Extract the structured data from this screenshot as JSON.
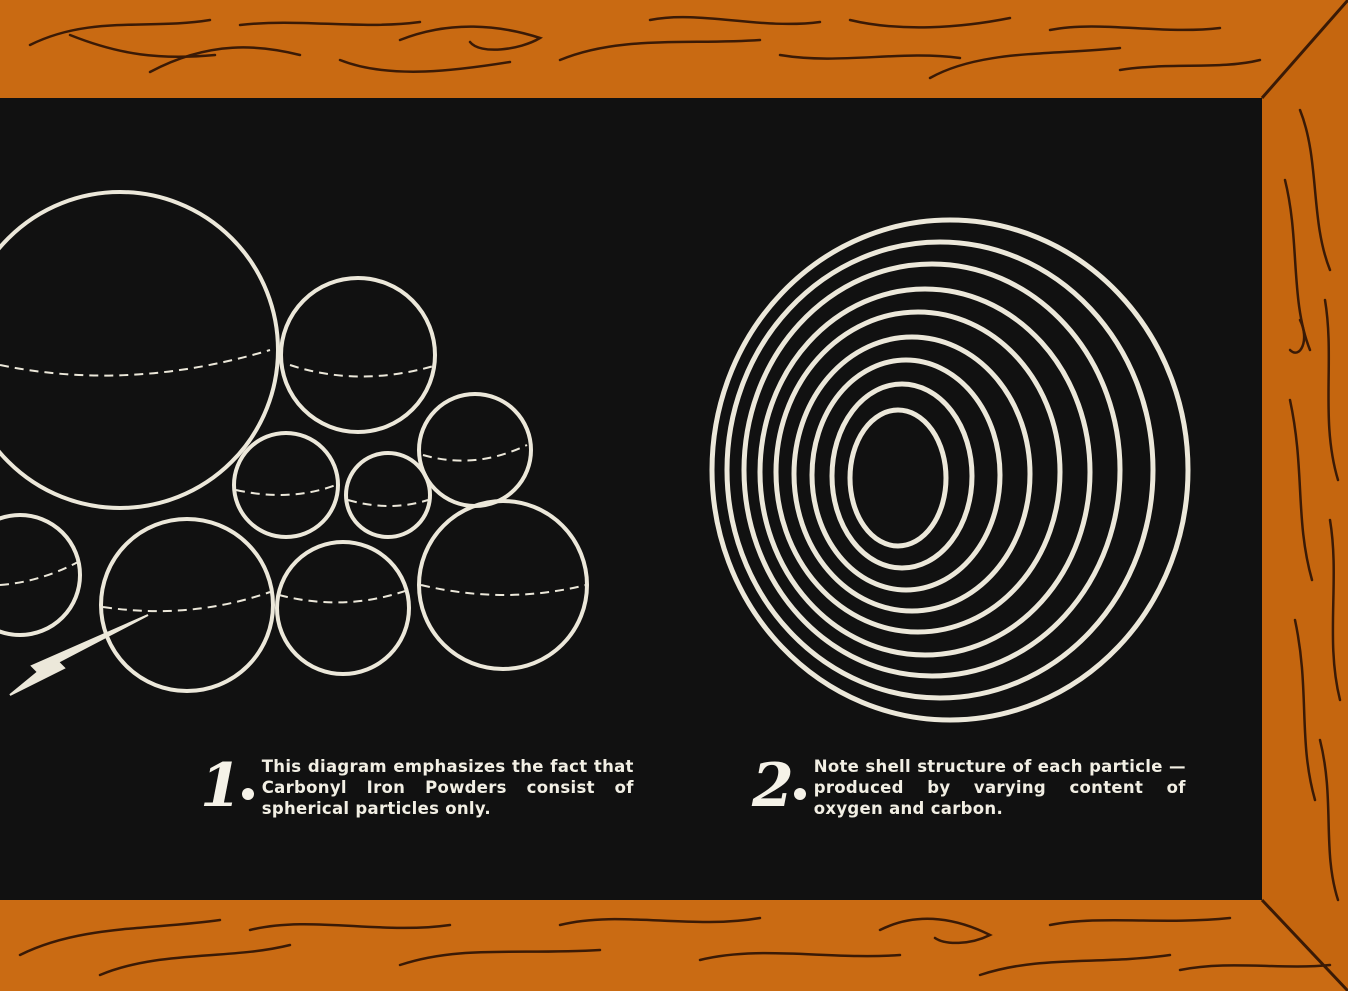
{
  "captions": [
    {
      "number": "1",
      "text": "This diagram emphasizes the fact that Carbonyl Iron Powders consist of spherical particles only."
    },
    {
      "number": "2",
      "text": "Note shell structure of each particle —produced by varying content of oxygen and carbon."
    }
  ],
  "colors": {
    "frame_wood": "#c96a12",
    "frame_grain": "#3a1a06",
    "board": "#111111",
    "chalk": "#ece8da",
    "paper": "#f4efe6"
  },
  "icons": {
    "numeral_dot": "filled-circle"
  }
}
